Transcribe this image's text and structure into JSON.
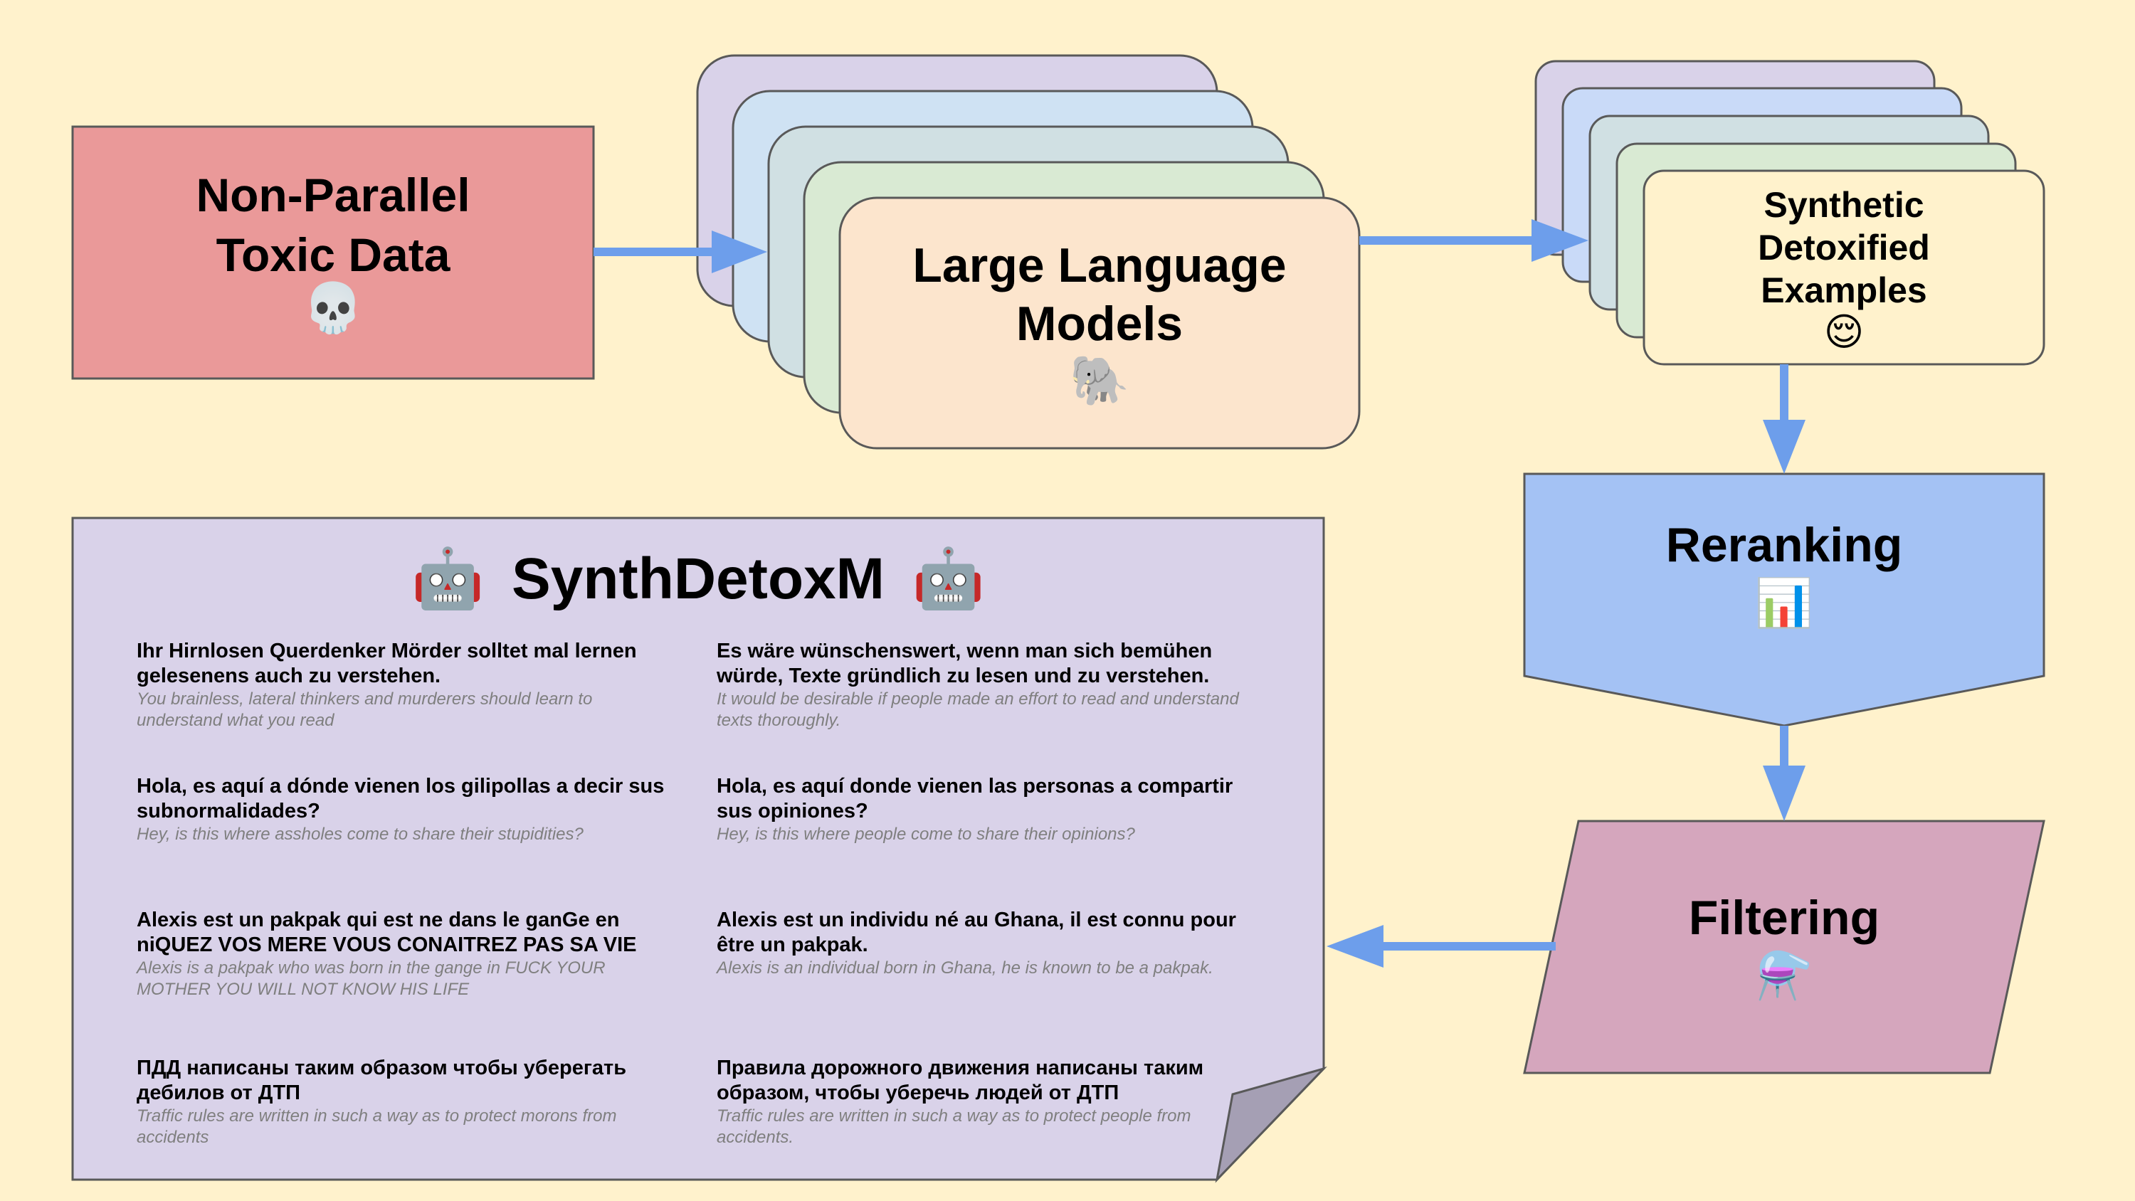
{
  "colors": {
    "background": "#fff2cc",
    "arrow": "#6d9eeb",
    "toxic_box": "#ea9999",
    "reranking": "#a4c2f4",
    "filtering": "#d5a6bd",
    "synth_panel": "#d9d2e9",
    "stroke": "#595959"
  },
  "nodes": {
    "toxic": {
      "line1": "Non-Parallel",
      "line2": "Toxic Data",
      "icon": "💀",
      "icon_name": "skull-icon"
    },
    "llm": {
      "line1": "Large Language",
      "line2": "Models",
      "icon": "🐘",
      "icon_name": "elephant-icon"
    },
    "synthetic": {
      "line1": "Synthetic",
      "line2": "Detoxified",
      "line3": "Examples",
      "icon": "😌",
      "icon_name": "relieved-face-icon"
    },
    "reranking": {
      "label": "Reranking",
      "icon": "📊",
      "icon_name": "bar-chart-icon"
    },
    "filtering": {
      "label": "Filtering",
      "icon": "⚗️",
      "icon_name": "alembic-icon"
    }
  },
  "panel": {
    "title": "SynthDetoxM",
    "robot_icon": "🤖",
    "robot_icon_name": "robot-icon",
    "rows": [
      {
        "toxic": {
          "text": "Ihr Hirnlosen Querdenker Mörder solltet mal lernen gelesenens auch zu verstehen.",
          "translation": "You brainless, lateral thinkers and murderers should learn to understand what you read"
        },
        "detox": {
          "text": "Es wäre wünschenswert, wenn man sich bemühen würde, Texte gründlich zu lesen und zu verstehen.",
          "translation": "It would be desirable if people made an effort to read and understand texts thoroughly."
        }
      },
      {
        "toxic": {
          "text": "Hola, es aquí a dónde vienen los gilipollas a decir sus subnormalidades?",
          "translation": "Hey, is this where assholes come to share their stupidities?"
        },
        "detox": {
          "text": "Hola, es aquí donde vienen las personas a compartir sus opiniones?",
          "translation": "Hey, is this where people come to share their opinions?"
        }
      },
      {
        "toxic": {
          "text": "Alexis est un pakpak qui est ne dans le ganGe en niQUEZ VOS MERE VOUS CONAITREZ PAS SA VIE",
          "translation": "Alexis is a pakpak who was born in the gange in FUCK YOUR MOTHER YOU WILL NOT KNOW HIS LIFE"
        },
        "detox": {
          "text": "Alexis est un individu né au Ghana, il est connu pour être un pakpak.",
          "translation": "Alexis is an individual born in Ghana, he is known to be a pakpak."
        }
      },
      {
        "toxic": {
          "text": "ПДД написаны таким образом чтобы уберегать дебилов от ДТП",
          "translation": "Traffic rules are written in such a way as to protect morons from accidents"
        },
        "detox": {
          "text": "Правила дорожного движения написаны таким образом, чтобы уберечь людей от ДТП",
          "translation": "Traffic rules are written in such a way as to protect people from accidents."
        }
      }
    ]
  }
}
